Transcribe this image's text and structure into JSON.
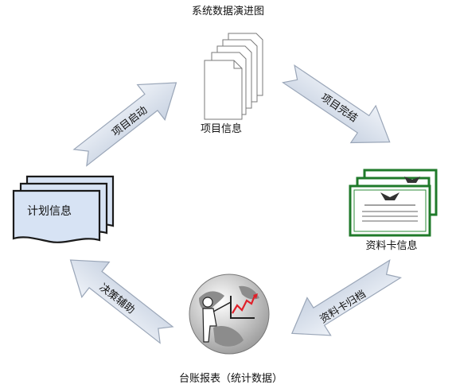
{
  "diagram": {
    "title": "系统数据演进图",
    "nodes": {
      "project_info": "项目信息",
      "plan_info": "计划信息",
      "card_info": "资料卡信息",
      "ledger_report": "台账报表（统计数据）"
    },
    "arrows": {
      "project_start": "项目启动",
      "project_complete": "项目完结",
      "card_archive": "资料卡归档",
      "decision_support": "决策辅助"
    }
  },
  "colors": {
    "arrow_fill": "#dce3ee",
    "arrow_stroke": "#9aa6b8",
    "document_fill": "#ffffff",
    "document_stroke": "#7a7a7a",
    "plan_fill": "#d7e3f4",
    "plan_stroke": "#1a1a1a",
    "certificate_green": "#1f7a2a"
  }
}
